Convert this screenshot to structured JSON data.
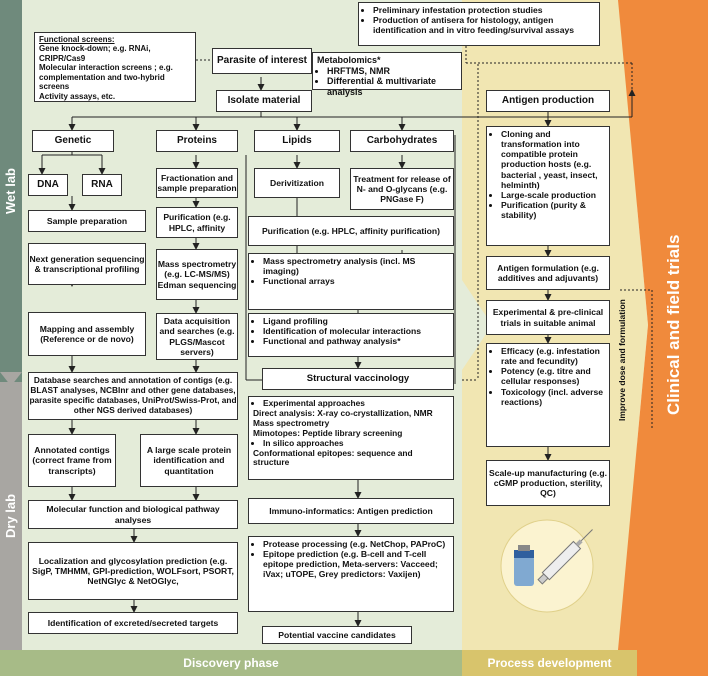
{
  "side_labels": {
    "wet": "Wet lab",
    "dry": "Dry lab"
  },
  "clinical": "Clinical and field trials",
  "phases": {
    "discovery": "Discovery phase",
    "process": "Process development"
  },
  "top_note": {
    "items": [
      "Preliminary infestation protection studies",
      "Production of antisera for histology, antigen identification and in vitro feeding/survival assays"
    ]
  },
  "functional": {
    "title": "Functional screens:",
    "lines": [
      "Gene knock-down; e.g. RNAi, CRIPR/Cas9",
      "Molecular interaction screens ; e.g. complementation and two-hybrid screens",
      "Activity assays, etc."
    ]
  },
  "parasite": "Parasite of interest",
  "metabolomics": {
    "title": "Metabolomics*",
    "items": [
      "HRFTMS, NMR",
      "Differential & multivariate analysis"
    ]
  },
  "isolate": "Isolate material",
  "branches": {
    "genetic": "Genetic",
    "proteins": "Proteins",
    "lipids": "Lipids",
    "carbs": "Carbohydrates"
  },
  "dna": "DNA",
  "rna": "RNA",
  "sample_prep": "Sample preparation",
  "ngs": "Next generation sequencing & transcriptional profiling",
  "mapping": "Mapping and assembly (Reference or de novo)",
  "fractionation": "Fractionation and sample preparation",
  "purif_p": "Purification (e.g. HPLC, affinity",
  "massspec_p": "Mass spectrometry (e.g. LC-MS/MS) Edman sequencing",
  "data_acq": "Data acquisition and searches (e.g. PLGS/Mascot servers)",
  "derivitization": "Derivitization",
  "treatment": "Treatment for release of N- and O-glycans (e.g. PNGase F)",
  "purif_lc": "Purification (e.g. HPLC, affinity purification)",
  "ms_analysis": {
    "items": [
      "Mass spectrometry analysis (incl. MS imaging)",
      "Functional arrays"
    ]
  },
  "ligand": {
    "items": [
      "Ligand profiling",
      "Identification of molecular interactions",
      "Functional and pathway analysis*"
    ]
  },
  "structural": "Structural vaccinology",
  "db_search": "Database searches and annotation of contigs (e.g. BLAST analyses, NCBInr and other gene databases, parasite specific databases, UniProt/Swiss-Prot, and other NGS derived databases)",
  "annotated": "Annotated contigs (correct frame from transcripts)",
  "large_scale": "A large scale protein identification and quantitation",
  "experimental": {
    "lines": [
      "Experimental approaches",
      "Direct analysis: X-ray co-crystallization, NMR",
      "Mass spectrometry",
      "Mimotopes: Peptide library screening",
      "In silico approaches",
      "Conformational epitopes: sequence and structure"
    ]
  },
  "molfunc": "Molecular function and biological pathway analyses",
  "immuno": "Immuno-informatics: Antigen prediction",
  "localization": "Localization and glycosylation prediction (e.g. SigP, TMHMM, GPI-prediction, WOLFsort, PSORT, NetNGlyc & NetOGlyc,",
  "protease": {
    "items": [
      "Protease processing (e.g. NetChop, PAProC)",
      "Epitope prediction (e.g. B-cell and T-cell epitope prediction, Meta-servers: Vacceed; iVax; uTOPE, Grey predictors: Vaxijen)"
    ]
  },
  "excreted": "Identification of excreted/secreted targets",
  "potential": "Potential vaccine candidates",
  "antigen_prod": "Antigen production",
  "cloning": {
    "items": [
      "Cloning and transformation into compatible protein production hosts (e.g. bacterial , yeast, insect, helminth)",
      "Large-scale production",
      "Purification (purity & stability)"
    ]
  },
  "formulation": "Antigen formulation (e.g. additives and adjuvants)",
  "preclinical": "Experimental & pre-clinical trials in suitable animal",
  "efficacy": {
    "items": [
      "Efficacy (e.g. infestation rate and fecundity)",
      "Potency (e.g. titre and cellular responses)",
      "Toxicology (incl. adverse reactions)"
    ]
  },
  "improve": "Improve dose and formulation",
  "scaleup": "Scale-up manufacturing (e.g. cGMP production, sterility, QC)",
  "colors": {
    "wet": "#6f8a7c",
    "dry": "#a8a6a2",
    "discovery_bg": "#e4ecd9",
    "discovery_bar": "#a7bb87",
    "process_bg": "#f1e6b2",
    "process_bar": "#d8c46c",
    "clinical": "#f08a3c"
  }
}
